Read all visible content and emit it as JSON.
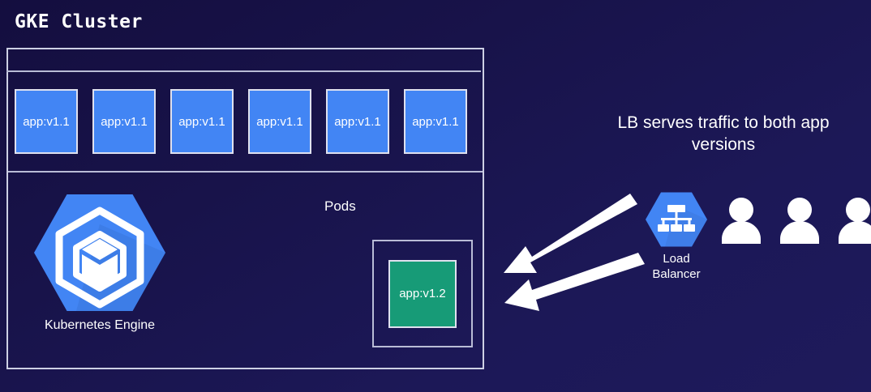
{
  "diagram": {
    "title": "GKE Cluster",
    "background_color": "#1b1650"
  },
  "cluster": {
    "pods_label": "Pods",
    "pods_v1": [
      {
        "label": "app:v1.1"
      },
      {
        "label": "app:v1.1"
      },
      {
        "label": "app:v1.1"
      },
      {
        "label": "app:v1.1"
      },
      {
        "label": "app:v1.1"
      },
      {
        "label": "app:v1.1"
      }
    ],
    "pod_v1_color": "#4285f4",
    "pod_v2": {
      "label": "app:v1.2",
      "color": "#179b77"
    },
    "gke": {
      "label": "Kubernetes Engine",
      "icon": "kubernetes-engine-icon",
      "color": "#4285f4"
    }
  },
  "right": {
    "caption_line1": "LB serves traffic to both app",
    "caption_line2": "versions",
    "load_balancer": {
      "label_line1": "Load",
      "label_line2": "Balancer",
      "icon": "load-balancer-icon",
      "color": "#4285f4"
    },
    "users": [
      {
        "icon": "user-icon"
      },
      {
        "icon": "user-icon"
      },
      {
        "icon": "user-icon"
      }
    ],
    "arrows": [
      {
        "icon": "arrow-up-left-icon",
        "direction": "up-left"
      },
      {
        "icon": "arrow-down-left-icon",
        "direction": "down-left"
      }
    ]
  }
}
